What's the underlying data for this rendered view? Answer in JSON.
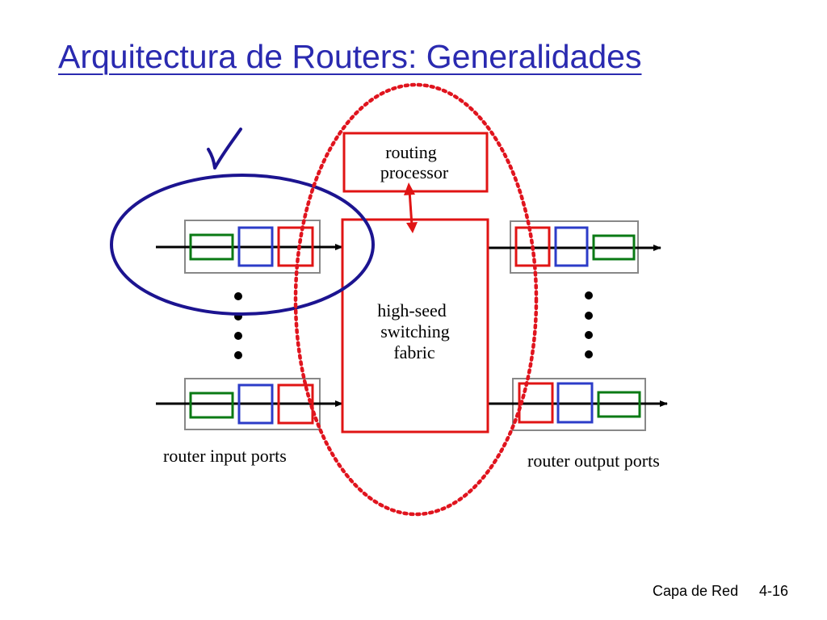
{
  "slide": {
    "title": "Arquitectura de Routers: Generalidades"
  },
  "diagram": {
    "routing_processor": [
      "routing",
      "processor"
    ],
    "switching_fabric": [
      "high-seed",
      "switching",
      "fabric"
    ],
    "input_ports_label": "router input ports",
    "output_ports_label": "router output ports",
    "checkmark": "✓"
  },
  "footer": {
    "section": "Capa de Red",
    "page": "4-16"
  },
  "colors": {
    "title": "#2a2ab0",
    "highlight_red": "#e0141e",
    "highlight_blue": "#1c1490",
    "queue_green": "#0a7a14",
    "queue_blue": "#2c3cc8",
    "queue_red": "#e01414",
    "port_outline": "#888888"
  }
}
